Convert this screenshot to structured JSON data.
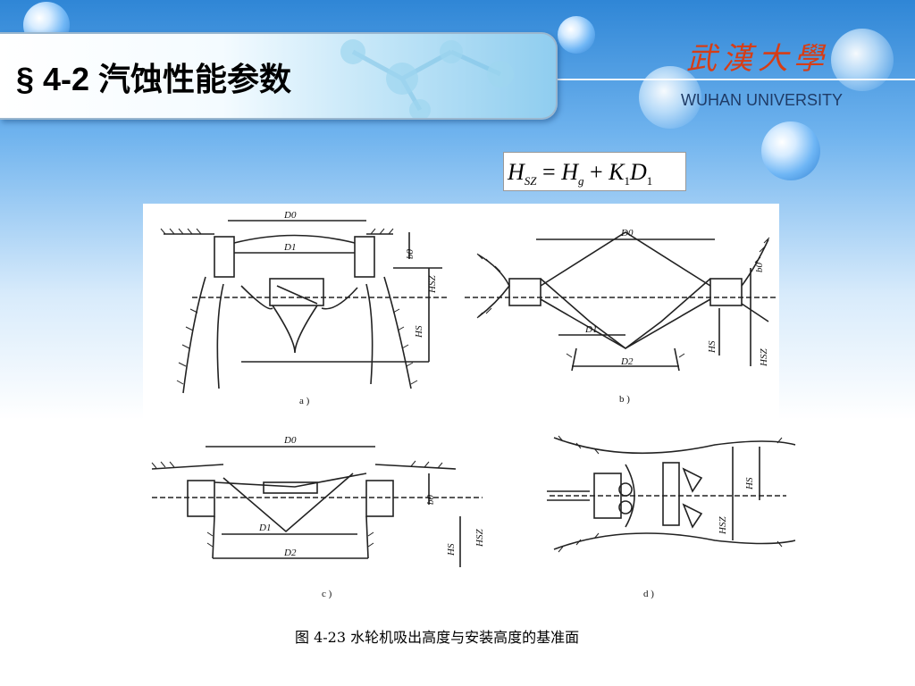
{
  "slide": {
    "title": "§   4-2 汽蚀性能参数",
    "university_cn": "武漢大學",
    "university_en": "WUHAN UNIVERSITY",
    "formula": {
      "H": "H",
      "SZ": "SZ",
      "eq": " = ",
      "Hg": "H",
      "g": "g",
      "plus": " + ",
      "K": "K",
      "one1": "1",
      "D": "D",
      "one2": "1"
    },
    "figure_caption": "图 4-23    水轮机吸出高度与安装高度的基准面"
  },
  "diagram": {
    "panels": [
      {
        "id": "a",
        "label": "a )",
        "dims": [
          "D0",
          "D1",
          "b0",
          "HSZ",
          "HS"
        ]
      },
      {
        "id": "b",
        "label": "b )",
        "dims": [
          "D0",
          "D1",
          "D2",
          "b0",
          "HS",
          "HSZ"
        ]
      },
      {
        "id": "c",
        "label": "c )",
        "dims": [
          "D0",
          "D1",
          "D2",
          "b0",
          "HS",
          "HSZ"
        ]
      },
      {
        "id": "d",
        "label": "d )",
        "dims": [
          "HS",
          "HSZ"
        ]
      }
    ]
  }
}
